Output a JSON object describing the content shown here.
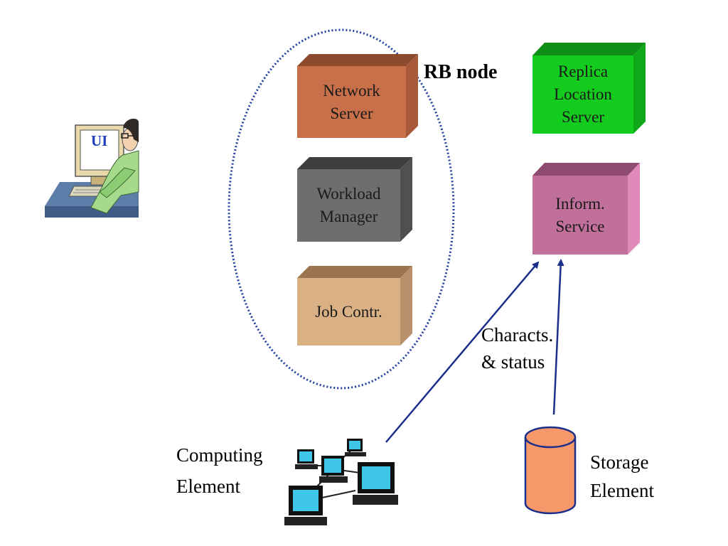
{
  "ui_label": "UI",
  "rb_node_label": "RB node",
  "boxes": {
    "network_server": "Network\nServer",
    "workload_manager": "Workload\nManager",
    "job_controller": "Job Contr.",
    "replica_location_server": "Replica\nLocation\nServer",
    "information_service": "Inform.\nService"
  },
  "arrow_label": "Characts.\n& status",
  "computing_element_label": "Computing\nElement",
  "storage_element_label": "Storage\nElement",
  "colors": {
    "network_server": "#c8704a",
    "workload_manager": "#6e6e6e",
    "job_controller": "#d9b184",
    "replica_location_server": "#14cc1e",
    "information_service": "#c0709a",
    "dotted_ellipse": "#1f3f9f",
    "arrow": "#1a2e8a",
    "storage_cylinder": "#f7986b",
    "storage_outline": "#1a2e8a",
    "ui_text": "#1f3fbf"
  }
}
